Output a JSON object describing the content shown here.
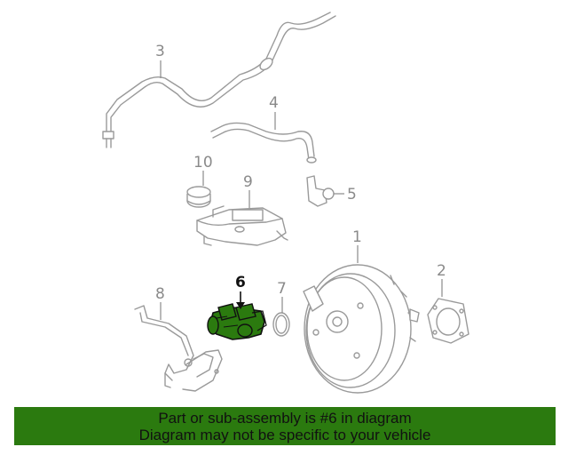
{
  "callouts": {
    "c1": "1",
    "c2": "2",
    "c3": "3",
    "c4": "4",
    "c5": "5",
    "c6": "6",
    "c7": "7",
    "c8": "8",
    "c9": "9",
    "c10": "10"
  },
  "highlight_color": "#2b7a0f",
  "footer": {
    "line1": "Part or sub-assembly is #6 in diagram",
    "line2": "Diagram may not be specific to your vehicle"
  }
}
